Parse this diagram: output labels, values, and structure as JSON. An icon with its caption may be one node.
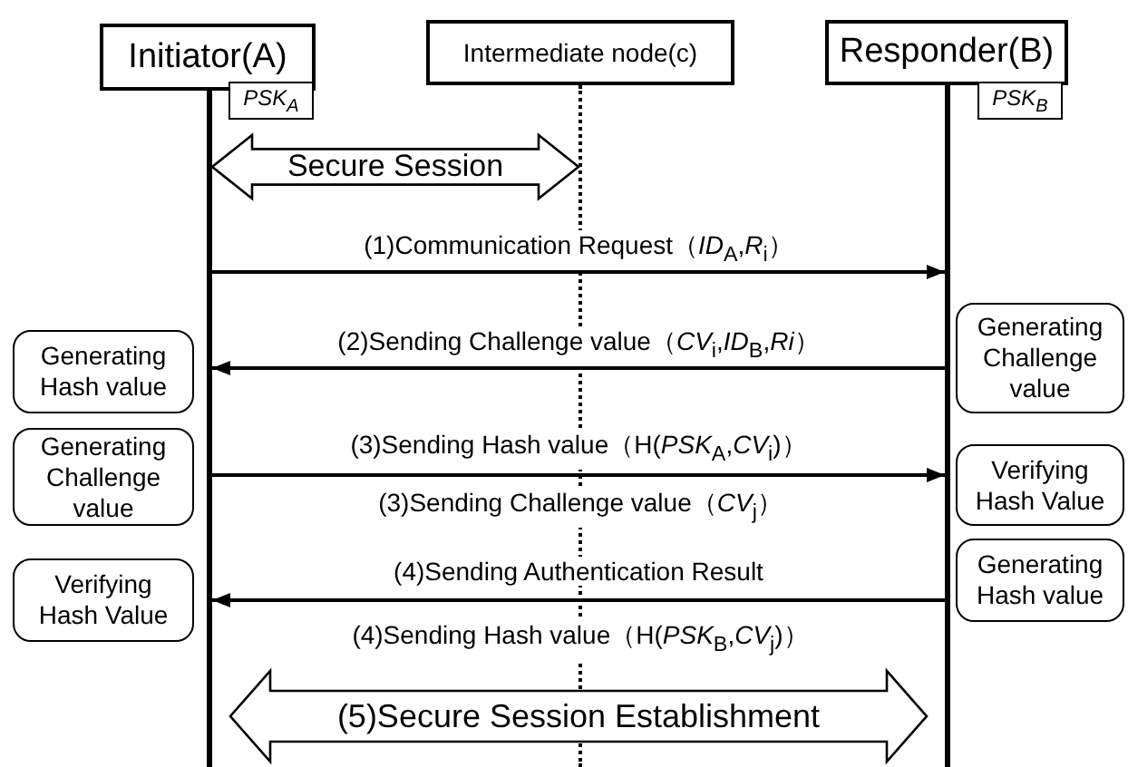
{
  "diagram": {
    "nodes": [
      {
        "text": [
          "Initiator(A)"
        ]
      },
      {
        "text": [
          "Intermediate node(c)"
        ]
      },
      {
        "text": [
          "Responder(B)"
        ]
      },
      {
        "text": [
          "PSK$_{A}$"
        ]
      },
      {
        "text": [
          "PSK$_{B}$"
        ]
      },
      {
        "text": [],
        "shape": "line"
      },
      {
        "text": [],
        "shape": "line"
      },
      {
        "text": [],
        "shape": "line"
      },
      {
        "text": [
          "Generating Challenge value"
        ]
      },
      {
        "text": [
          "Generating Hash value"
        ]
      },
      {
        "text": [
          "Generating Challenge value"
        ]
      },
      {
        "text": [
          "Verifying Hash Value"
        ]
      },
      {
        "text": [
          "Generating Hash value"
        ]
      },
      {
        "text": [
          "Verifying Hash Value"
        ]
      }
    ],
    "edges": [
      {
        "from": 5,
        "to": 6,
        "arrow": "both",
        "style": "thick",
        "label": "Secure Session"
      },
      {
        "from": 5,
        "to": 7,
        "arrow": "to",
        "label": "(1)Communication Request（*ID*$_{A}$,*R*$_{i}$）"
      },
      {
        "from": 7,
        "to": 5,
        "arrow": "to",
        "label": "(2)Sending Challenge value（*CV*$_{i}$,*ID*$_{B}$,*Ri*）"
      },
      {
        "from": 5,
        "to": 7,
        "arrow": "to",
        "label": "(3)Sending Hash value（H(*PSK*$_{A}$,*CV*$_{i}$)）"
      },
      {
        "from": 7,
        "to": 5,
        "arrow": "to",
        "label": "(4)Sending Authentication Result"
      },
      {
        "from": 5,
        "to": 7,
        "arrow": "both",
        "style": "thick",
        "label": "(5)Secure Session Establishment"
      }
    ],
    "labels": [
      "(3)Sending Challenge value（*CV*$_{j}$）",
      "(4)Sending Hash value（H(*PSK*$_{B}$,*CV*$_{j}$)）"
    ]
  }
}
